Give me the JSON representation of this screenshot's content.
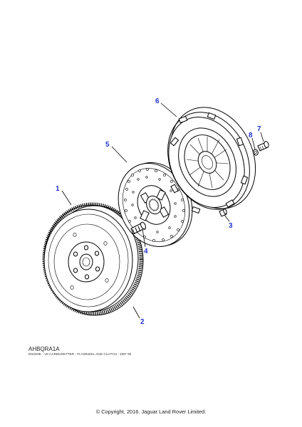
{
  "diagram": {
    "code": "AHBQRA1A",
    "caption": "ENGINE - V8 CARBURETTER - FLYWHEEL AND CLUTCH - DEF 90",
    "copyright": "© Copyright, 2016. Jaguar Land Rover Limited.",
    "callouts": [
      "1",
      "2",
      "3",
      "4",
      "5",
      "6",
      "7",
      "8"
    ],
    "callout_color": "#2233cc"
  }
}
